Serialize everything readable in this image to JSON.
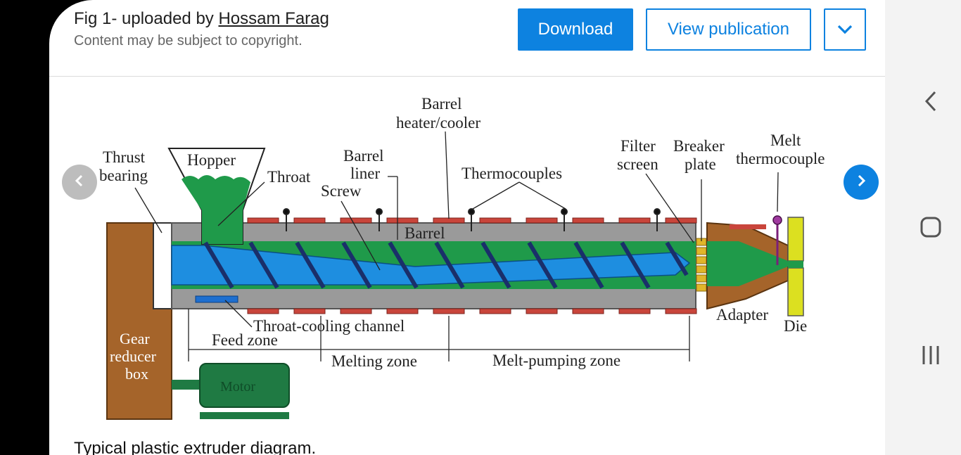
{
  "header": {
    "fig_prefix": "Fig 1- uploaded by ",
    "author": "Hossam Farag",
    "copyright": "Content may be subject to copyright.",
    "download_label": "Download",
    "view_publication_label": "View publication",
    "more_icon": "chevron-down-icon"
  },
  "figure": {
    "labels": {
      "thrust": "Thrust",
      "bearing": "bearing",
      "hopper": "Hopper",
      "throat": "Throat",
      "barrel_liner_1": "Barrel",
      "barrel_liner_2": "liner",
      "screw": "Screw",
      "barrel_heater_1": "Barrel",
      "barrel_heater_2": "heater/cooler",
      "thermocouples": "Thermocouples",
      "filter_1": "Filter",
      "filter_2": "screen",
      "breaker_1": "Breaker",
      "breaker_2": "plate",
      "melt_1": "Melt",
      "melt_2": "thermocouple",
      "barrel": "Barrel",
      "throat_cooling": "Throat-cooling  channel",
      "adapter": "Adapter",
      "die": "Die",
      "gear_1": "Gear",
      "gear_2": "reducer",
      "gear_3": "box",
      "feed_zone": "Feed  zone",
      "melting_zone": "Melting  zone",
      "melt_pumping_zone": "Melt-pumping  zone",
      "motor": "Motor"
    }
  },
  "caption": "Typical plastic extruder diagram.",
  "navigation": {
    "prev_icon": "chevron-left-icon",
    "next_icon": "chevron-right-icon"
  },
  "system_nav": {
    "back_icon": "back-chevron-icon",
    "home_icon": "home-square-icon",
    "recents_icon": "recents-bars-icon"
  },
  "colors": {
    "accent": "#0d82e0",
    "barrel_gray": "#9a9a9a",
    "melt_green": "#1f9a4a",
    "screw_blue": "#1e8ee0",
    "gear_brown": "#a5642a",
    "heater_red": "#c9453b",
    "die_yellow": "#dce020"
  }
}
